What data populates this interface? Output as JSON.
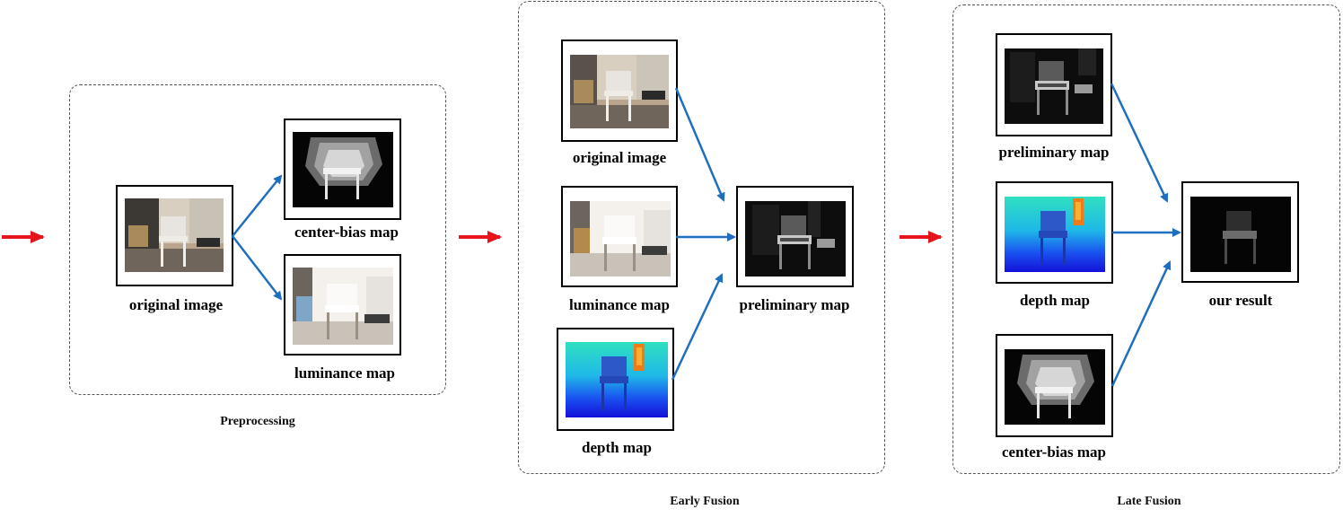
{
  "stages": {
    "preprocessing": "Preprocessing",
    "early_fusion": "Early Fusion",
    "late_fusion": "Late Fusion"
  },
  "labels": {
    "pre_original": "original image",
    "pre_center_bias": "center-bias map",
    "pre_luminance": "luminance map",
    "early_original": "original image",
    "early_luminance": "luminance map",
    "early_depth": "depth map",
    "early_preliminary": "preliminary map",
    "late_preliminary": "preliminary map",
    "late_depth": "depth map",
    "late_center_bias": "center-bias map",
    "late_result": "our result"
  },
  "colors": {
    "flow_arrow": "#1f6fc0",
    "stage_arrow": "#e8141c",
    "stage_border": "#555555"
  }
}
